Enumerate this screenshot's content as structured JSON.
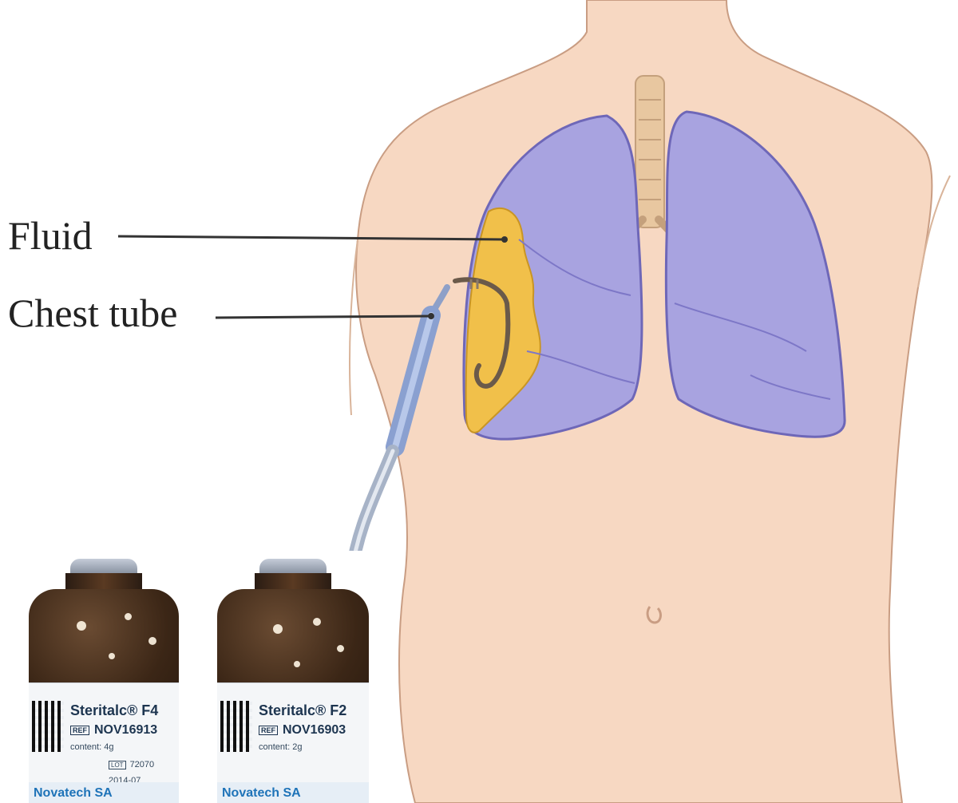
{
  "labels": {
    "fluid": "Fluid",
    "chest_tube": "Chest tube"
  },
  "vials": [
    {
      "product": "Steritalc® F4",
      "ref": "NOV16913",
      "content": "content: 4g",
      "lot": "72070",
      "expiry": "2014-07",
      "brand": "Novatech SA"
    },
    {
      "product": "Steritalc® F2",
      "ref": "NOV16903",
      "content": "content: 2g",
      "brand": "Novatech SA"
    }
  ],
  "colors": {
    "skin": "#f7d8c2",
    "skin_outline": "#c99d83",
    "lung": "#a8a3e0",
    "lung_outline": "#6e67b8",
    "fluid": "#f1c04a",
    "trachea": "#e8c7a0",
    "tube": "#9aaed8"
  }
}
